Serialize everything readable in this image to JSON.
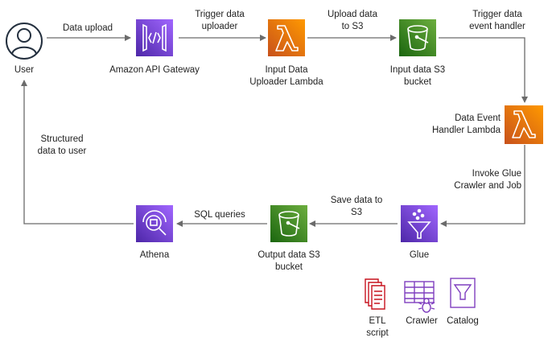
{
  "nodes": {
    "user": {
      "label": "User"
    },
    "api_gateway": {
      "label": "Amazon API Gateway"
    },
    "uploader_lambda": {
      "label": "Input Data\nUploader Lambda"
    },
    "input_s3": {
      "label": "Input data S3\nbucket"
    },
    "event_lambda": {
      "label": "Data Event\nHandler Lambda"
    },
    "glue": {
      "label": "Glue"
    },
    "output_s3": {
      "label": "Output data S3\nbucket"
    },
    "athena": {
      "label": "Athena"
    }
  },
  "edges": {
    "upload": "Data upload",
    "trigger_uploader": "Trigger data\nuploader",
    "upload_s3": "Upload data\nto S3",
    "trigger_handler": "Trigger data\nevent handler",
    "invoke_glue": "Invoke Glue\nCrawler and Job",
    "save_s3": "Save data to\nS3",
    "sql": "SQL queries",
    "structured": "Structured\ndata to user"
  },
  "glue_components": {
    "etl": "ETL\nscript",
    "crawler": "Crawler",
    "catalog": "Catalog"
  },
  "colors": {
    "lambda": "#ED7100",
    "s3": "#3F8624",
    "api": "#8C4FFF",
    "glue": "#8C4FFF",
    "athena": "#8C4FFF",
    "etl": "#C7131F",
    "crawler": "#7F3FBF",
    "catalog": "#7F3FBF",
    "arrow": "#6b6b6b"
  }
}
